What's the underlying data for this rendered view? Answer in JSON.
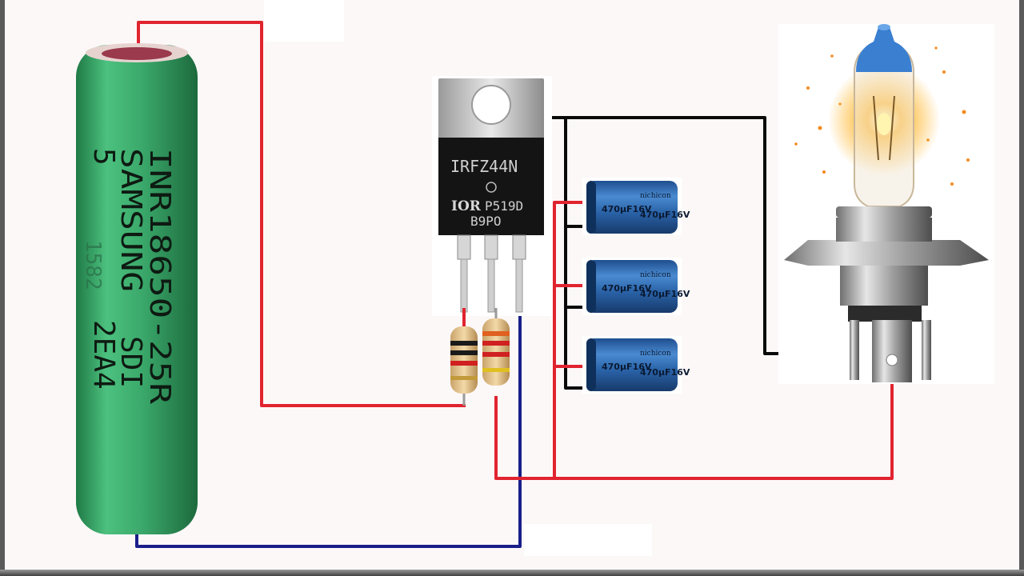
{
  "battery": {
    "line1": "INR18650-25R",
    "line2": "SAMSUNG",
    "line3": "5",
    "line4": "SDI",
    "line5": "2EA4",
    "stamp": "1582",
    "body_color": "#3aa86a"
  },
  "mosfet": {
    "part_number": "IRFZ44N",
    "logo": "IOR",
    "code1": "P519D",
    "code2": "B9PO"
  },
  "capacitors": [
    {
      "brand": "nichicon",
      "rating": "470μF16V",
      "rating2": "470μF16V"
    },
    {
      "brand": "nichicon",
      "rating": "470μF16V",
      "rating2": "470μF16V"
    },
    {
      "brand": "nichicon",
      "rating": "470μF16V",
      "rating2": "470μF16V"
    }
  ],
  "wire_colors": {
    "positive": "#e0242f",
    "negative": "#1a1f8a",
    "drain": "#0a0a0a"
  }
}
